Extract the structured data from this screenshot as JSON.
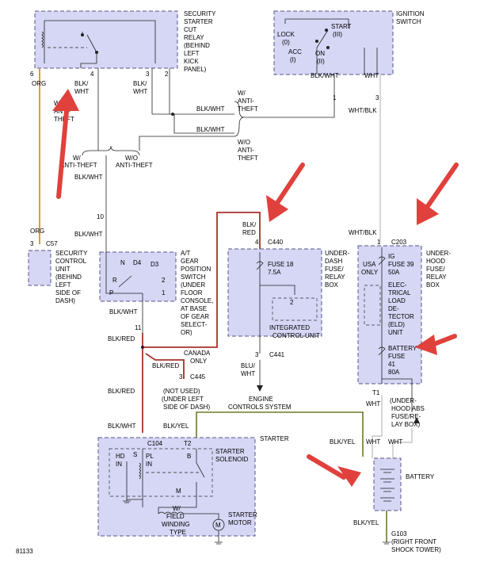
{
  "relay": {
    "l1": "SECURITY",
    "l2": "STARTER",
    "l3": "CUT",
    "l4": "RELAY",
    "l5": "(BEHIND",
    "l6": "LEFT",
    "l7": "KICK",
    "l8": "PANEL)"
  },
  "ignition": {
    "l1": "IGNITION",
    "l2": "SWITCH",
    "start": "START",
    "start_pos": "(III)",
    "lock": "LOCK",
    "lock_pos": "(0)",
    "acc": "ACC",
    "acc_pos": "(I)",
    "on": "ON",
    "on_pos": "(II)"
  },
  "pins": {
    "p6": "6",
    "p4": "4",
    "p3": "3",
    "p2": "2",
    "p1": "1",
    "p3b": "3",
    "p10": "10",
    "p3c": "3",
    "p11": "11",
    "p4b": "4",
    "p3d": "3",
    "p1b": "1",
    "p3e": "3",
    "t1": "T1",
    "t2": "T2"
  },
  "wires": {
    "org": "ORG",
    "org2": "ORG",
    "blkwht_a1": "BLK/",
    "blkwht_a2": "WHT",
    "blkwht_b1": "BLK/",
    "blkwht_b2": "WHT",
    "blkwht_c": "BLK/WHT",
    "blkwht_d": "BLK/WHT",
    "blkwht_e": "BLK/WHT",
    "wht": "WHT",
    "whtblk": "WHT/BLK",
    "blkwht_f": "BLK/WHT",
    "blkwht_g": "BLK/WHT",
    "blkwht_h": "BLK/WHT",
    "blkred_a": "BLK/RED",
    "blkred_b": "BLK/RED",
    "blkred_c": "BLK/RED",
    "blkred_d1": "BLK/",
    "blkred_d2": "RED",
    "bluwht1": "BLU/",
    "bluwht2": "WHT",
    "whtblk2": "WHT/BLK",
    "wht2": "WHT",
    "blkyel_a": "BLK/YEL",
    "blkyel_b": "BLK/YEL",
    "blkyel_c": "BLK/YEL",
    "wht3": "WHT",
    "wht4": "WHT",
    "blkwht_i": "BLK/WHT"
  },
  "antitheft": {
    "w1": "W/",
    "w2": "ANTI-",
    "w3": "THEFT",
    "wo1": "W/O",
    "wo2": "ANTI-",
    "wo3": "THEFT",
    "wl": "W/",
    "wl2": "ANTI-THEFT",
    "wol": "W/O",
    "wol2": "ANTI-THEFT",
    "wleft1": "W/",
    "wleft2": "ANTI-",
    "wleft3": "THEFT"
  },
  "connectors": {
    "c57": "C57",
    "c440": "C440",
    "c441": "C441",
    "c445": "C445",
    "c203": "C203",
    "c104": "C104"
  },
  "scu": {
    "l1": "SECURITY",
    "l2": "CONTROL",
    "l3": "UNIT",
    "l4": "(BEHIND",
    "l5": "LEFT",
    "l6": "SIDE OF",
    "l7": "DASH)"
  },
  "gear": {
    "l1": "A/T",
    "l2": "GEAR",
    "l3": "POSITION",
    "l4": "SWITCH",
    "l5": "(UNDER",
    "l6": "FLOOR",
    "l7": "CONSOLE,",
    "l8": "AT BASE",
    "l9": "OF GEAR",
    "l10": "SELECT-",
    "l11": "OR)",
    "n": "N",
    "d4": "D4",
    "d3": "D3",
    "r": "R",
    "two": "2",
    "p": "P",
    "one": "1"
  },
  "dashbox": {
    "l1": "UNDER-",
    "l2": "DASH",
    "l3": "FUSE/",
    "l4": "RELAY",
    "l5": "BOX",
    "fuse": "FUSE 18",
    "amp": "7.5A",
    "icu1": "INTEGRATED",
    "icu2": "CONTROL UNIT",
    "pin2": "2"
  },
  "ecs": {
    "l1": "ENGINE",
    "l2": "CONTROLS SYSTEM"
  },
  "canada": {
    "l1": "CANADA",
    "l2": "ONLY"
  },
  "notused": {
    "l1": "(NOT USED)",
    "l2": "(UNDER LEFT",
    "l3": "SIDE OF DASH)"
  },
  "hoodbox": {
    "l1": "UNDER-",
    "l2": "HOOD",
    "l3": "FUSE/",
    "l4": "RELAY",
    "l5": "BOX",
    "usa1": "USA",
    "usa2": "ONLY",
    "ig1": "IG",
    "ig2": "FUSE 39",
    "ig3": "50A",
    "eld1": "ELEC-",
    "eld2": "TRICAL",
    "eld3": "LOAD",
    "eld4": "DE-",
    "eld5": "TECTOR",
    "eld6": "(ELD)",
    "eld7": "UNIT",
    "bat1": "BATTERY",
    "bat2": "FUSE",
    "bat3": "41",
    "bat4": "80A"
  },
  "abs": {
    "l1": "(UNDER-",
    "l2": "HOOD ABS",
    "l3": "FUSE/RE-",
    "l4": "LAY BOX)"
  },
  "starter": {
    "title": "STARTER",
    "sol1": "STARTER",
    "sol2": "SOLENOID",
    "hd1": "HD",
    "hd2": "IN",
    "pl1": "PL",
    "pl2": "IN",
    "s": "S",
    "b": "B",
    "m": "M",
    "fw1": "W/",
    "fw2": "FIELD",
    "fw3": "WINDING",
    "fw4": "TYPE",
    "mot1": "STARTER",
    "mot2": "MOTOR",
    "mletter": "M"
  },
  "battery": {
    "label": "BATTERY"
  },
  "ground": {
    "g1": "G103",
    "g2": "(RIGHT FRONT",
    "g3": "SHOCK TOWER)"
  },
  "footer": {
    "code": "81133"
  }
}
